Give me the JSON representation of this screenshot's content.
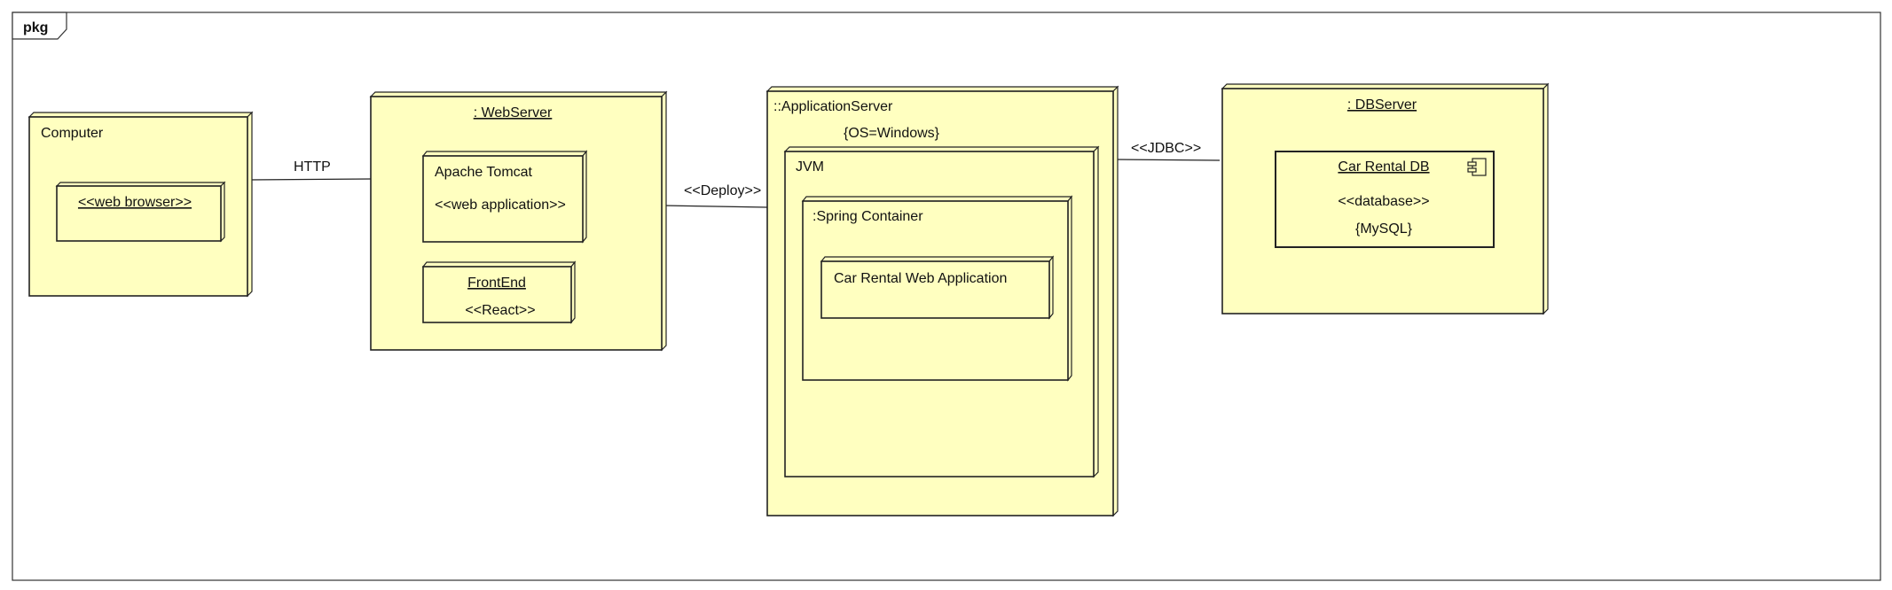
{
  "frame": {
    "label": "pkg"
  },
  "colors": {
    "node_fill": "#ffffc0",
    "node_side": "#ffffc0",
    "stroke": "#222222",
    "frame_stroke": "#333333"
  },
  "nodes": {
    "computer": {
      "name": "Computer"
    },
    "web_browser": {
      "name": "<<web browser>>"
    },
    "webserver": {
      "name": ": WebServer"
    },
    "apache_tomcat": {
      "name": "Apache Tomcat",
      "stereotype": "<<web application>>"
    },
    "frontend": {
      "name": "FrontEnd",
      "stereotype": "<<React>>"
    },
    "appserver": {
      "name": "::ApplicationServer",
      "tag": "{OS=Windows}"
    },
    "jvm": {
      "name": "JVM"
    },
    "spring": {
      "name": ":Spring Container"
    },
    "car_rental_app": {
      "name": "Car Rental Web Application"
    },
    "dbserver": {
      "name": ": DBServer"
    },
    "car_rental_db": {
      "name": "Car Rental DB",
      "stereotype": "<<database>>",
      "tag": "{MySQL}",
      "icon": "component-icon"
    }
  },
  "connectors": {
    "http": {
      "label": "HTTP"
    },
    "deploy": {
      "label": "<<Deploy>>"
    },
    "jdbc": {
      "label": "<<JDBC>>"
    }
  }
}
